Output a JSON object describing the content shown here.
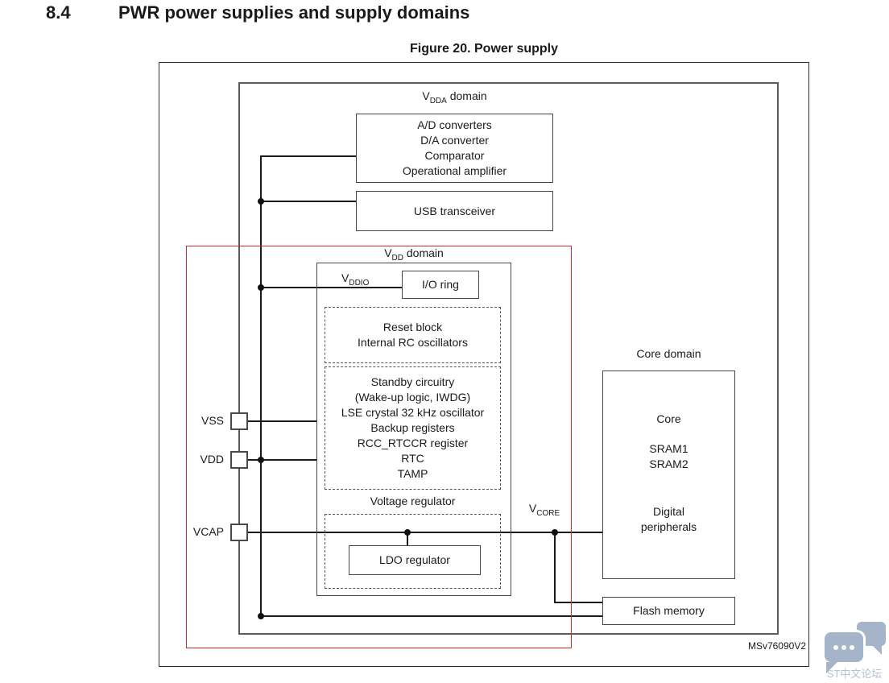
{
  "page": {
    "section_number": "8.4",
    "section_title": "PWR power supplies and supply domains",
    "figure_caption": "Figure 20. Power supply",
    "figure_id": "MSv76090V2"
  },
  "colors": {
    "vdd_outline_red": "#d42a2a",
    "wire_black": "#1a1a1a",
    "block_border_gray": "#4a4a4a",
    "watermark_blue_gray": "#a6b4ca"
  },
  "labels": {
    "vdda_domain": {
      "pre": "V",
      "sub": "DDA",
      "post": " domain"
    },
    "vdd_domain": {
      "pre": "V",
      "sub": "DD",
      "post": " domain"
    },
    "vddio": {
      "pre": "V",
      "sub": "DDIO",
      "post": ""
    },
    "vcore": {
      "pre": "V",
      "sub": "CORE",
      "post": ""
    },
    "core_domain": "Core domain",
    "voltage_regulator": "Voltage regulator"
  },
  "pins": [
    "VSS",
    "VDD",
    "VCAP"
  ],
  "blocks": {
    "analog": {
      "lines": [
        "A/D converters",
        "D/A converter",
        "Comparator",
        "Operational amplifier"
      ]
    },
    "usb": "USB transceiver",
    "io_ring": "I/O ring",
    "reset": {
      "lines": [
        "Reset block",
        "Internal RC oscillators"
      ]
    },
    "standby": {
      "lines": [
        "Standby circuitry",
        "(Wake-up logic, IWDG)",
        "LSE crystal 32 kHz oscillator",
        "Backup registers",
        "RCC_RTCCR register",
        "RTC",
        "TAMP"
      ]
    },
    "ldo": "LDO regulator",
    "core": {
      "lines": [
        "Core",
        "SRAM1",
        "SRAM2",
        "Digital",
        "peripherals"
      ]
    },
    "flash": "Flash memory"
  },
  "watermark": {
    "text": "ST中文论坛"
  }
}
